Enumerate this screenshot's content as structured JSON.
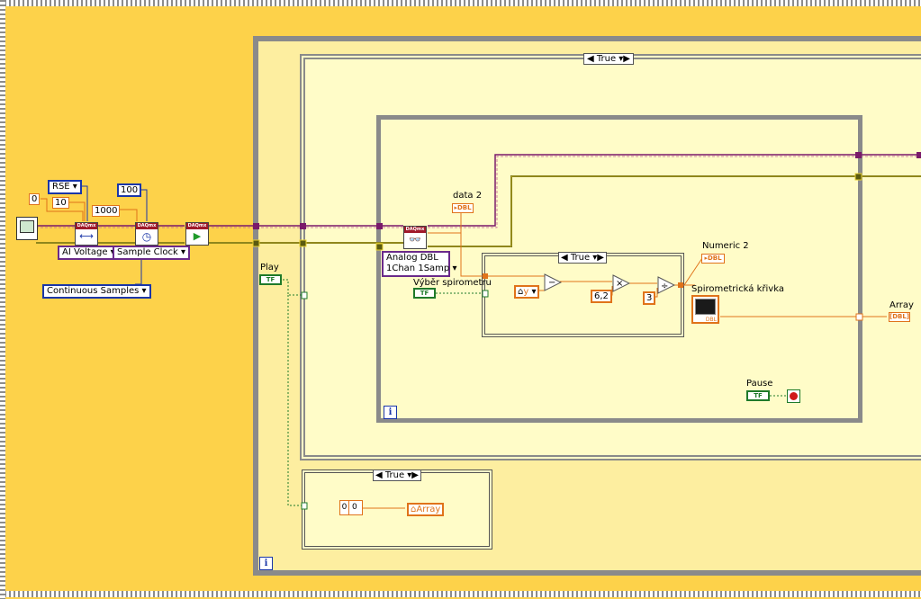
{
  "constants": {
    "zero": "0",
    "ten": "10",
    "thousand": "1000",
    "hundred": "100",
    "six_two": "6,2",
    "three": "3",
    "array_index": "0",
    "array_elem": "0"
  },
  "enums": {
    "rse": "RSE",
    "ai_voltage": "AI Voltage",
    "sample_clock": "Sample Clock",
    "continuous_samples": "Continuous Samples"
  },
  "daqmx_label": "DAQmx",
  "read_ring": {
    "line1": "Analog DBL",
    "line2": "1Chan 1Samp"
  },
  "labels": {
    "data2": "data 2",
    "numeric2": "Numeric 2",
    "play": "Play",
    "vyber": "Výběr spirometru",
    "spirometricka": "Spirometrická křivka",
    "array": "Array",
    "pause": "Pause",
    "array_local": "Array"
  },
  "case_selectors": {
    "outer": "True",
    "inner": "True",
    "bottom": "True"
  },
  "indicator_type": "DBL",
  "bool_text": "TF",
  "iteration_glyph": "i",
  "icons": [
    "vi-icon",
    "daqmx-create-channel-icon",
    "daqmx-timing-icon",
    "daqmx-start-icon",
    "daqmx-read-icon",
    "subtract-icon",
    "multiply-icon",
    "divide-icon",
    "waveform-chart-icon",
    "stop-button-icon",
    "local-variable-icon"
  ],
  "colors": {
    "background": "#fdd24a",
    "loop_fill": "#fdeea0",
    "case_fill": "#fffcc8",
    "loop_border": "#8a8a8a",
    "wire_orange": "#e0731a",
    "wire_purple": "#7a1a6a",
    "wire_olive": "#5a5a10",
    "wire_green": "#1f7a2a",
    "wire_blue": "#1a36a8"
  }
}
